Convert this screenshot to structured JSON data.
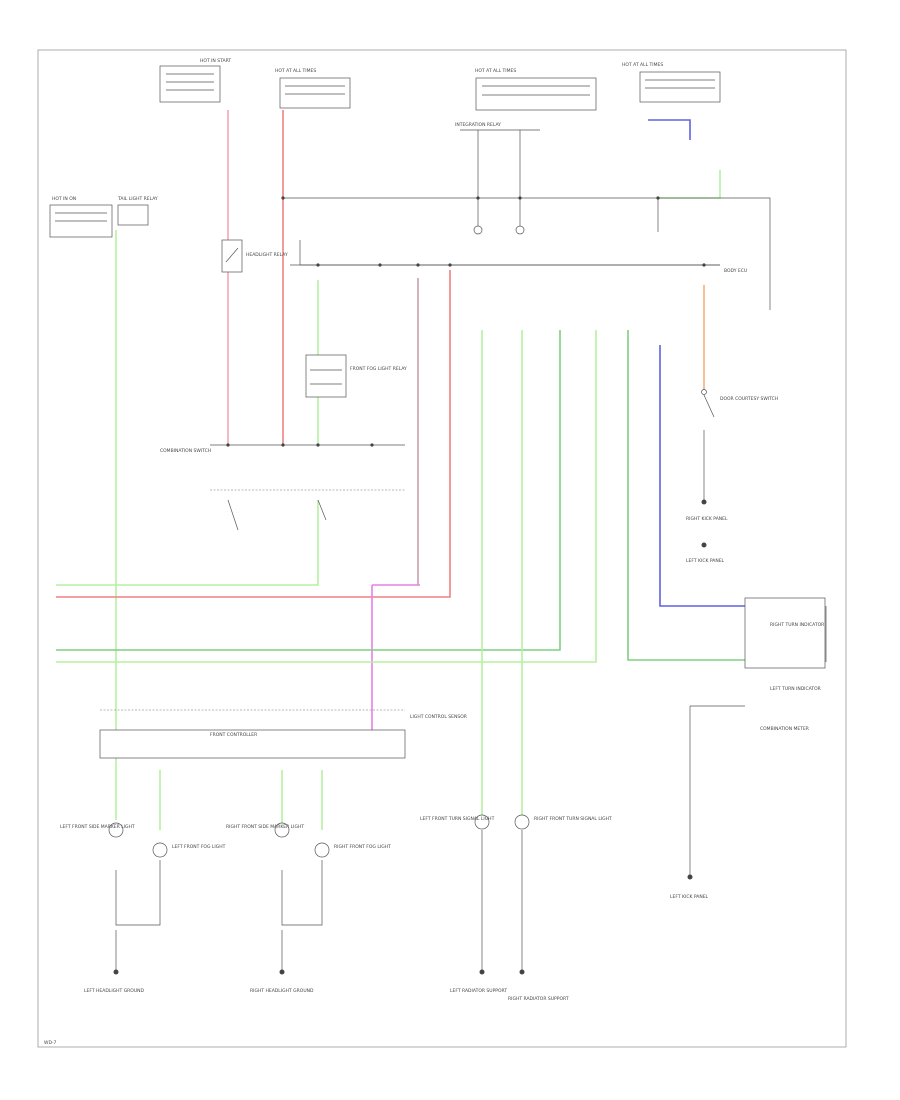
{
  "colors": {
    "pink": "#f4a7b3",
    "red": "#f08080",
    "green_light": "#b6f0a0",
    "green_dark": "#7fcf7f",
    "magenta": "#e680e6",
    "mauve": "#c8a0a8",
    "blue": "#6060e0",
    "orange": "#f5b07a"
  },
  "labels": {
    "hot_in_start": "HOT IN START",
    "hot_at_all_times_1": "HOT AT ALL TIMES",
    "hot_at_all_times_2": "HOT AT ALL TIMES",
    "hot_at_all_times_3": "HOT AT ALL TIMES",
    "hot_in_on": "HOT IN ON",
    "integration_relay": "INTEGRATION RELAY",
    "body_ecu": "BODY ECU",
    "combination_switch": "COMBINATION SWITCH",
    "front_fog_light_relay": "FRONT FOG LIGHT RELAY",
    "tail_light_relay": "TAIL LIGHT RELAY",
    "headlight_relay": "HEADLIGHT RELAY",
    "front_controller": "FRONT CONTROLLER",
    "light_control_sensor": "LIGHT CONTROL SENSOR",
    "door_courtesy_switch": "DOOR COURTESY SWITCH",
    "left_front_turn_signal": "LEFT FRONT TURN SIGNAL LIGHT",
    "right_front_turn_signal": "RIGHT FRONT TURN SIGNAL LIGHT",
    "left_front_fog_light": "LEFT FRONT FOG LIGHT",
    "right_front_fog_light": "RIGHT FRONT FOG LIGHT",
    "left_front_side_marker": "LEFT FRONT SIDE MARKER LIGHT",
    "right_front_side_marker": "RIGHT FRONT SIDE MARKER LIGHT",
    "combination_meter": "COMBINATION METER",
    "right_turn_indicator": "RIGHT TURN INDICATOR",
    "left_turn_indicator": "LEFT TURN INDICATOR",
    "ground_1": "LEFT HEADLIGHT GROUND",
    "ground_2": "RIGHT HEADLIGHT GROUND",
    "ground_3": "LEFT RADIATOR SUPPORT",
    "ground_4": "RIGHT RADIATOR SUPPORT",
    "ground_5": "LEFT KICK PANEL",
    "ground_6": "RIGHT KICK PANEL",
    "ground_7": "LEFT KICK PANEL",
    "footer_code": "WD-7"
  }
}
